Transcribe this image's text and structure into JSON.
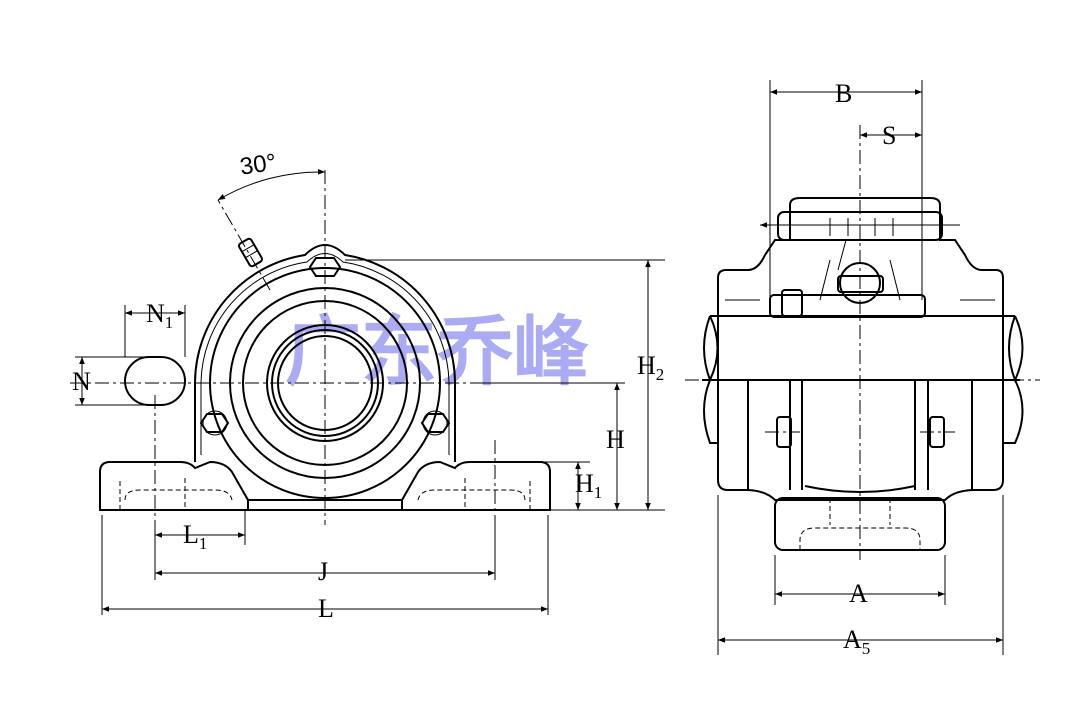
{
  "watermark": "广东乔峰",
  "colors": {
    "line": "#000000",
    "watermark": "#8f8fef",
    "background": "#ffffff"
  },
  "front_view": {
    "angle_label": "30°",
    "dims": {
      "N1": {
        "main": "N",
        "sub": "1"
      },
      "N": {
        "main": "N"
      },
      "L1": {
        "main": "L",
        "sub": "1"
      },
      "J": {
        "main": "J"
      },
      "L": {
        "main": "L"
      },
      "H": {
        "main": "H"
      },
      "H1": {
        "main": "H",
        "sub": "1"
      },
      "H2": {
        "main": "H",
        "sub": "2"
      }
    }
  },
  "side_view": {
    "dims": {
      "B": {
        "main": "B"
      },
      "S": {
        "main": "S"
      },
      "A": {
        "main": "A"
      },
      "A5": {
        "main": "A",
        "sub": "5"
      }
    }
  }
}
